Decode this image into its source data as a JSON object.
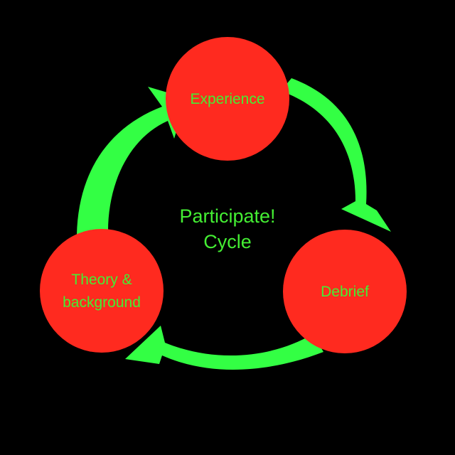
{
  "colors": {
    "background": "#000000",
    "arrow": "#33ff44",
    "node_fill": "#ff2a1f",
    "text": "#44ee33"
  },
  "center": {
    "line1": "Participate!",
    "line2": "Cycle"
  },
  "nodes": {
    "experience": {
      "label": "Experience"
    },
    "debrief": {
      "label": "Debrief"
    },
    "theory": {
      "line1": "Theory &",
      "line2": "background"
    }
  },
  "flow": [
    "Experience",
    "Debrief",
    "Theory & background"
  ]
}
